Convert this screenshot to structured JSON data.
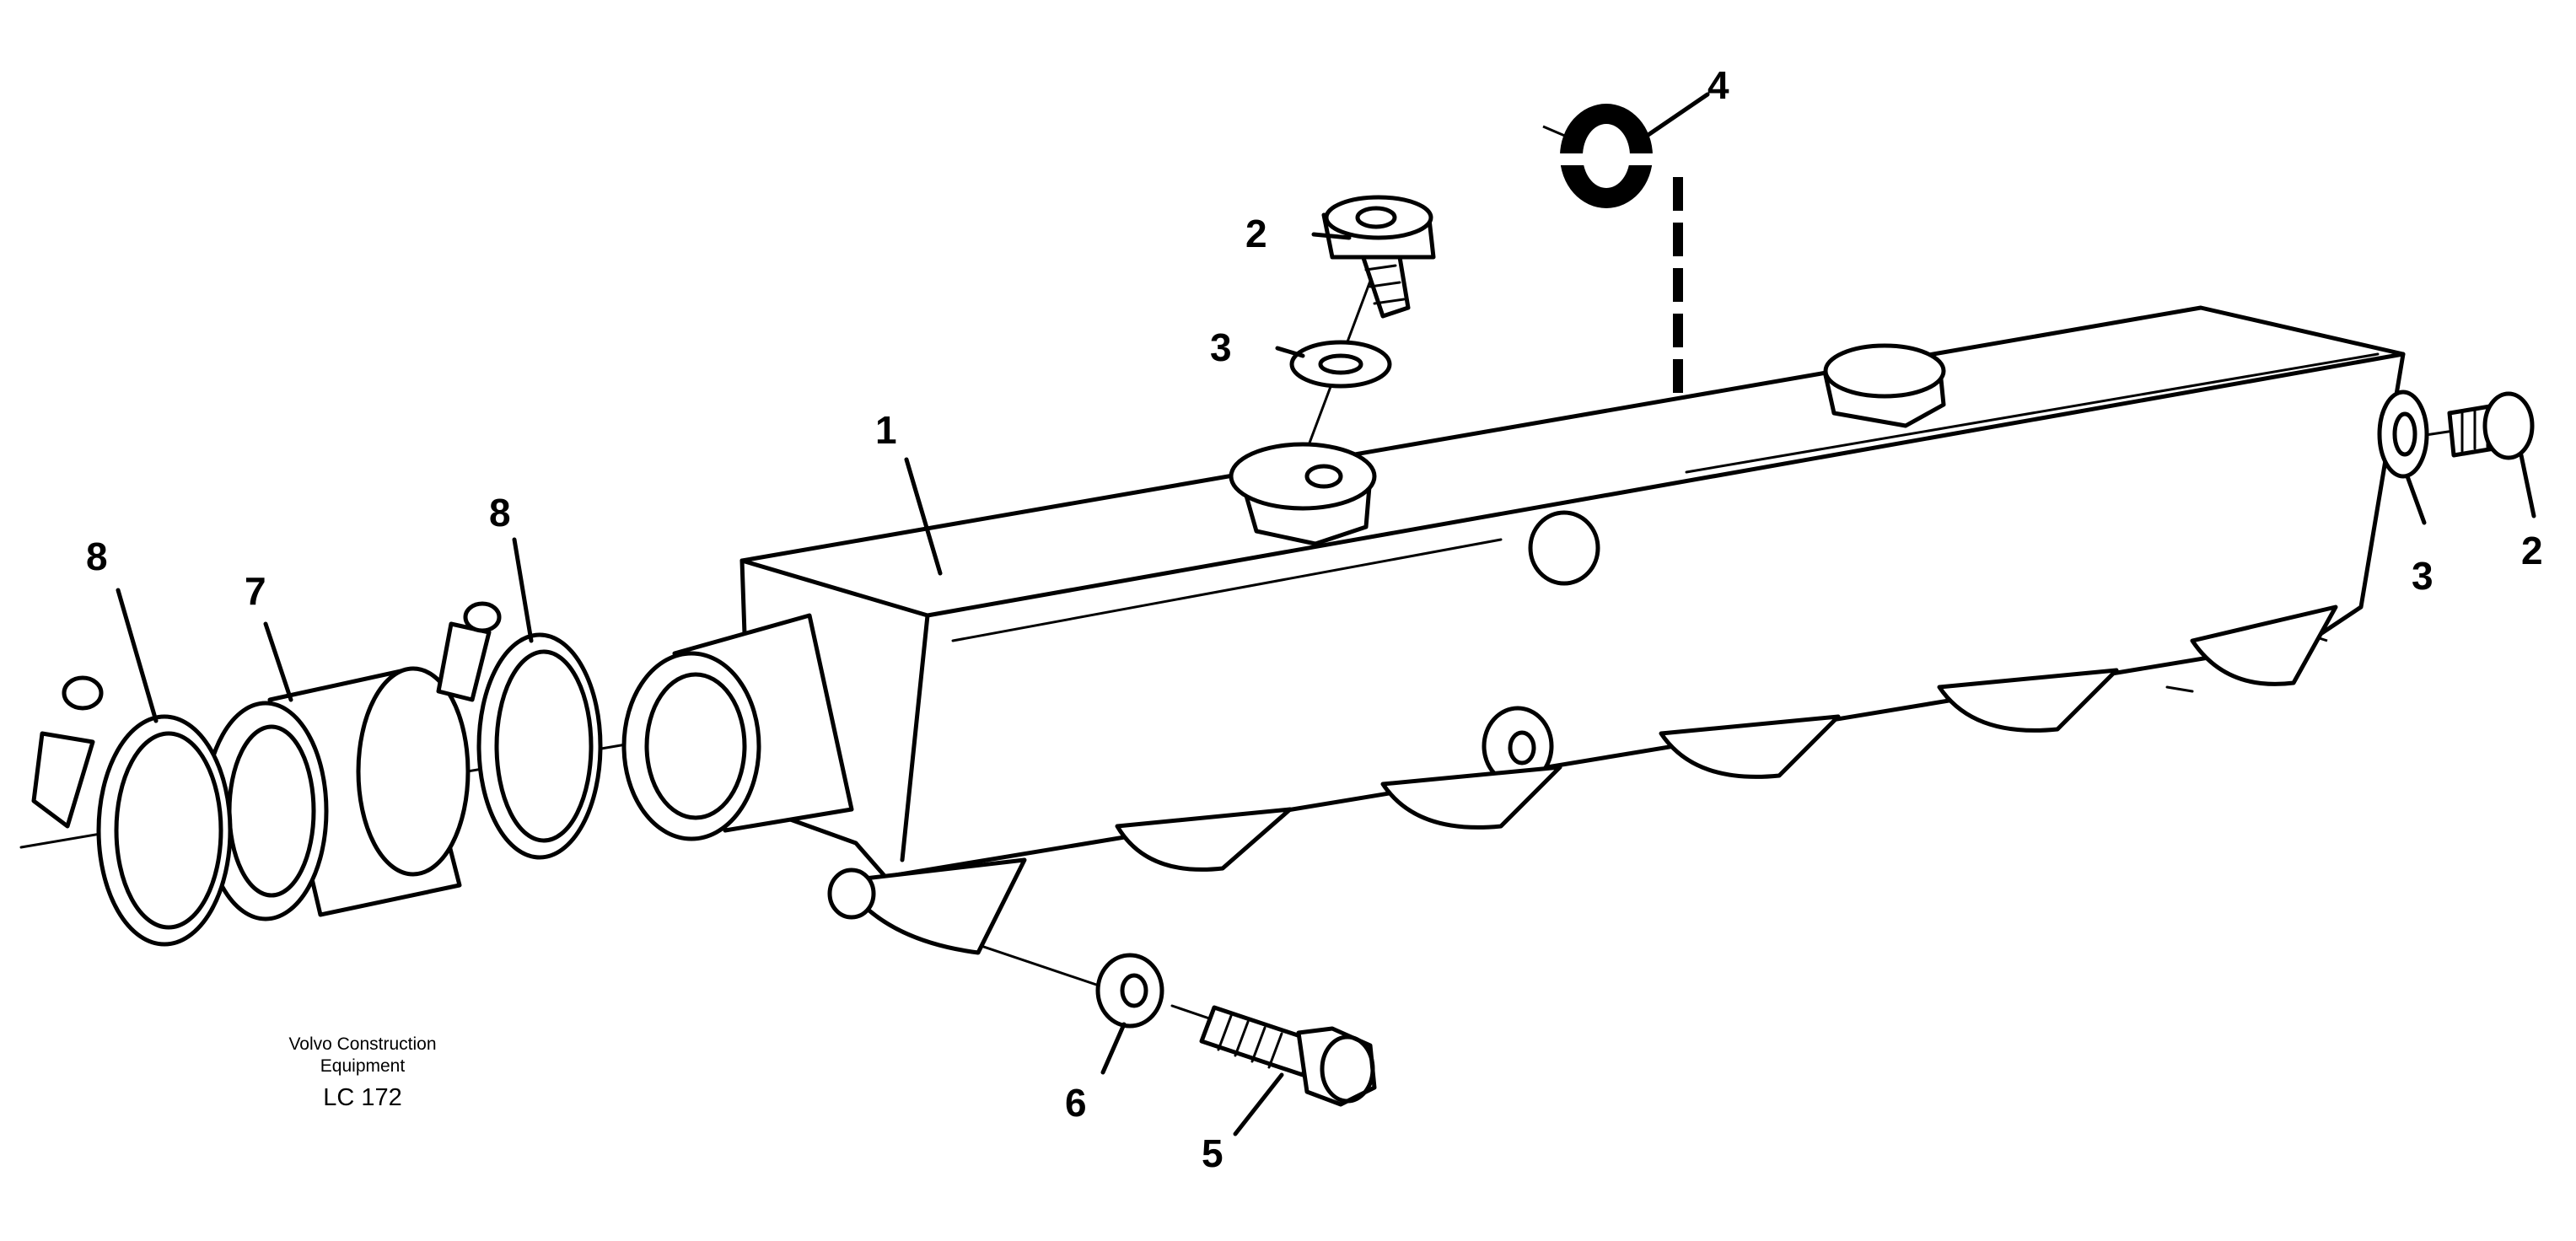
{
  "caption": {
    "brand": "Volvo Construction Equipment",
    "code": "LC 172"
  },
  "callouts": [
    {
      "id": "c1",
      "label": "1"
    },
    {
      "id": "c2a",
      "label": "2"
    },
    {
      "id": "c2b",
      "label": "2"
    },
    {
      "id": "c3a",
      "label": "3"
    },
    {
      "id": "c3b",
      "label": "3"
    },
    {
      "id": "c4",
      "label": "4"
    },
    {
      "id": "c5",
      "label": "5"
    },
    {
      "id": "c6",
      "label": "6"
    },
    {
      "id": "c7",
      "label": "7"
    },
    {
      "id": "c8a",
      "label": "8"
    },
    {
      "id": "c8b",
      "label": "8"
    }
  ],
  "parts": [
    {
      "number": "1",
      "icon": "manifold-pipe-icon"
    },
    {
      "number": "2",
      "icon": "plug-icon"
    },
    {
      "number": "3",
      "icon": "washer-icon"
    },
    {
      "number": "4",
      "icon": "gasket-ring-icon"
    },
    {
      "number": "5",
      "icon": "bolt-icon"
    },
    {
      "number": "6",
      "icon": "washer-icon"
    },
    {
      "number": "7",
      "icon": "sleeve-icon"
    },
    {
      "number": "8",
      "icon": "hose-clamp-icon"
    }
  ],
  "colors": {
    "ink": "#000000",
    "paper": "#ffffff"
  }
}
